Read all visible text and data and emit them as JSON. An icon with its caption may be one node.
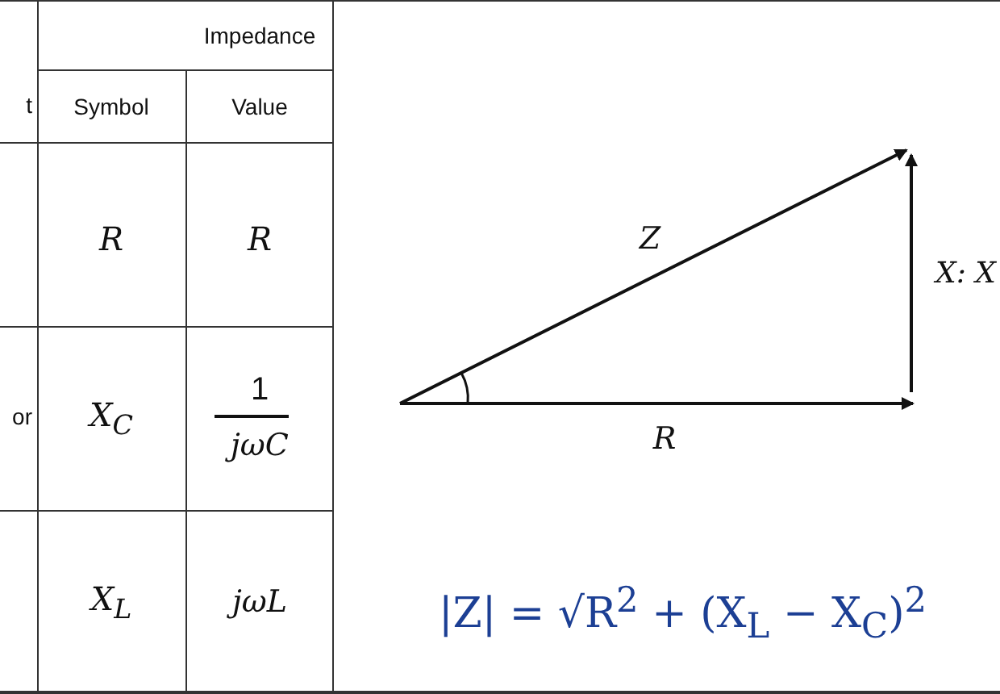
{
  "diagram": {
    "labels": [
      "Impedance",
      "t",
      "Symbol",
      "Value",
      "R",
      "R",
      "or",
      "X$_{C}$",
      "1",
      "jωC",
      "X$_{L}$",
      "jωL",
      "Z",
      "X: X",
      "R",
      "|Z| = √R$^{2}$ + (X$_{L}$ − X$_{C}$)$^{2}$"
    ]
  }
}
